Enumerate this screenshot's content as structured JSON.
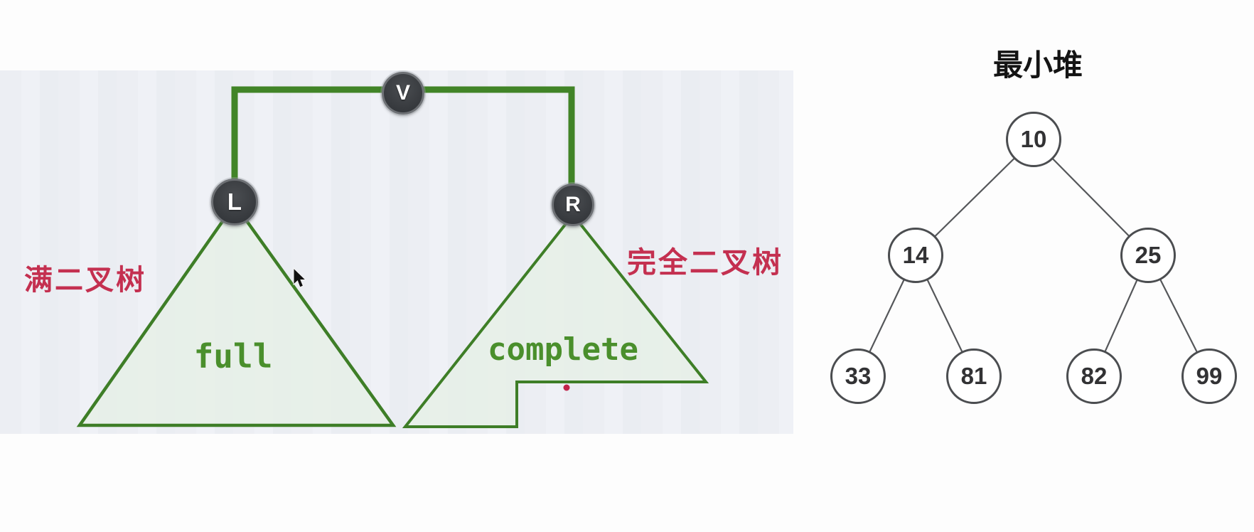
{
  "page": {
    "background": "#fdfdfd",
    "panel_bg": "#edeff4"
  },
  "left_diagram": {
    "node_v": "V",
    "node_l": "L",
    "node_r": "R",
    "full_text": "full",
    "complete_text": "complete",
    "caption_left": "满二叉树",
    "caption_right": "完全二叉树",
    "colors": {
      "connector_green": "#418427",
      "shape_border_green": "#3e7e27",
      "shape_fill_green": "#e7efe8",
      "label_green": "#4a8f2c",
      "caption_red": "#c43050",
      "node_circle_dark": "#3a3d41",
      "red_dot": "#c2234a"
    }
  },
  "heap": {
    "title": "最小堆",
    "type": "min-heap",
    "nodes": [
      {
        "value": "10"
      },
      {
        "value": "14"
      },
      {
        "value": "25"
      },
      {
        "value": "33"
      },
      {
        "value": "81"
      },
      {
        "value": "82"
      },
      {
        "value": "99"
      }
    ],
    "structure": {
      "root": "10",
      "children": {
        "10": [
          "14",
          "25"
        ],
        "14": [
          "33",
          "81"
        ],
        "25": [
          "82",
          "99"
        ]
      }
    }
  }
}
